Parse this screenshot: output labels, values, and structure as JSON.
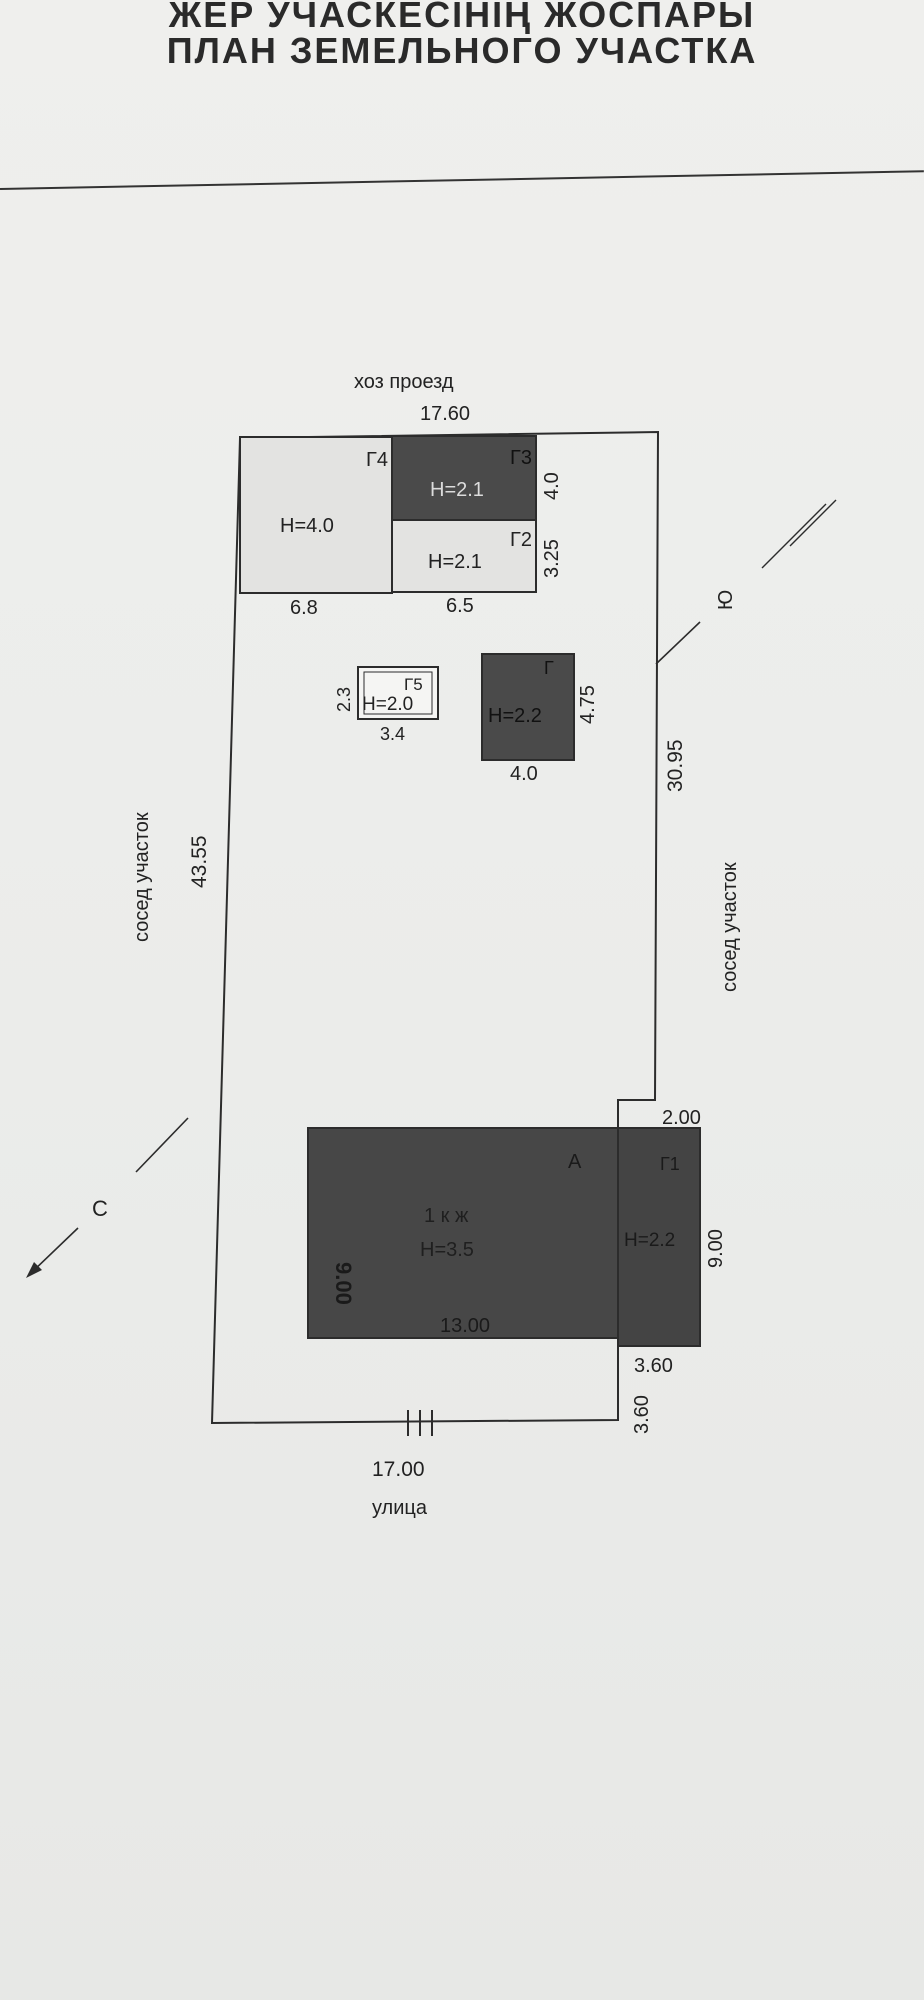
{
  "header": {
    "title_kz": "ЖЕР УЧАСКЕСІНІҢ ЖОСПАРЫ",
    "title_ru": "ПЛАН ЗЕМЕЛЬНОГО УЧАСТКА"
  },
  "plan": {
    "top_label": "хоз проезд",
    "top_width": "17.60",
    "bottom_width": "17.00",
    "bottom_label": "улица",
    "left_length": "43.55",
    "right_length": "30.95",
    "left_neighbor": "сосед участок",
    "right_neighbor": "сосед участок",
    "north_label": "С",
    "south_label": "Ю",
    "buildings": {
      "g4": {
        "id": "Г4",
        "height": "Н=4.0",
        "width": "6.8"
      },
      "g3": {
        "id": "Г3",
        "height": "Н=2.1",
        "depth": "4.0"
      },
      "g2": {
        "id": "Г2",
        "height": "Н=2.1",
        "width": "6.5",
        "depth": "3.25"
      },
      "g5": {
        "id": "Г5",
        "height": "Н=2.0",
        "width": "3.4",
        "depth": "2.3"
      },
      "g": {
        "id": "Г",
        "height": "Н=2.2",
        "width": "4.0",
        "depth": "4.75"
      },
      "a": {
        "id": "А",
        "name": "1 к ж",
        "height": "Н=3.5",
        "width": "13.00",
        "depth": "9.00"
      },
      "g1": {
        "id": "Г1",
        "height": "Н=2.2",
        "width": "3.60",
        "depth": "9.00",
        "offset": "2.00",
        "bottom_offset": "3.60"
      }
    }
  },
  "colors": {
    "dark_fill": "#4a4a4a",
    "light_fill": "#e3e3e1",
    "line": "#2c2c2c"
  }
}
